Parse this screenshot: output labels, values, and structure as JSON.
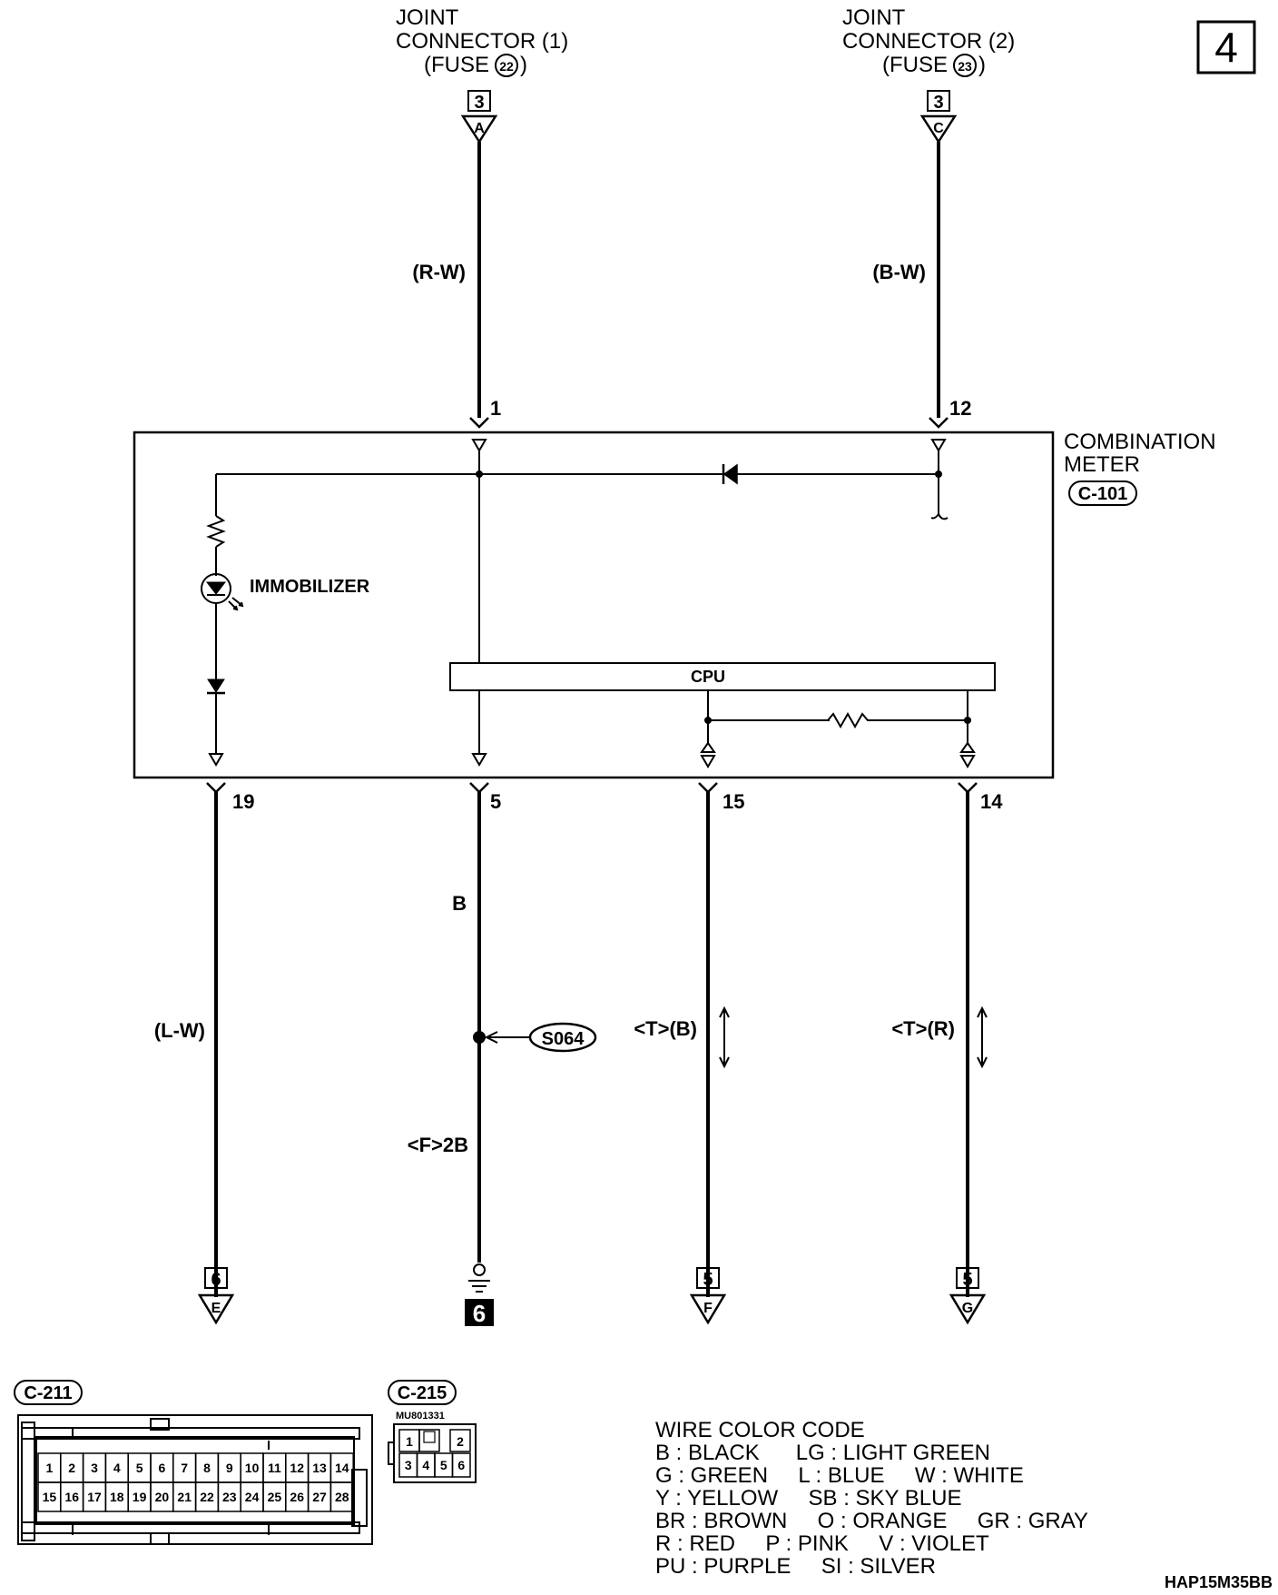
{
  "page_number": "4",
  "figure_code": "HAP15M35BB",
  "sources": [
    {
      "line1": "JOINT",
      "line2": "CONNECTOR (1)",
      "line3": "(FUSE",
      "fuse": "22",
      "close": ")",
      "pin": "3",
      "letter": "A"
    },
    {
      "line1": "JOINT",
      "line2": "CONNECTOR (2)",
      "line3": "(FUSE",
      "fuse": "23",
      "close": ")",
      "pin": "3",
      "letter": "C"
    }
  ],
  "top_wires": [
    {
      "color": "(R-W)",
      "terminal": "1"
    },
    {
      "color": "(B-W)",
      "terminal": "12"
    }
  ],
  "meter": {
    "name_line1": "COMBINATION",
    "name_line2": "METER",
    "connector": "C-101",
    "immobilizer_label": "IMMOBILIZER",
    "cpu_label": "CPU"
  },
  "bottom_wires": [
    {
      "terminal": "19",
      "color": "(L-W)",
      "dest_pin": "6",
      "dest_letter": "E"
    },
    {
      "terminal": "5",
      "color_top": "B",
      "splice": "S064",
      "color_bottom": "<F>2B",
      "ground_number": "6"
    },
    {
      "terminal": "15",
      "color": "<T>(B)",
      "dest_pin": "5",
      "dest_letter": "F"
    },
    {
      "terminal": "14",
      "color": "<T>(R)",
      "dest_pin": "5",
      "dest_letter": "G"
    }
  ],
  "connectors": {
    "c211": {
      "label": "C-211",
      "row1": [
        "1",
        "2",
        "3",
        "4",
        "5",
        "6",
        "7",
        "8",
        "9",
        "10",
        "11",
        "12",
        "13",
        "14"
      ],
      "row2": [
        "15",
        "16",
        "17",
        "18",
        "19",
        "20",
        "21",
        "22",
        "23",
        "24",
        "25",
        "26",
        "27",
        "28"
      ]
    },
    "c215": {
      "label": "C-215",
      "part": "MU801331",
      "row1": [
        "1",
        "",
        "2"
      ],
      "row2": [
        "3",
        "4",
        "5",
        "6"
      ]
    }
  },
  "wire_color_code": {
    "title": "WIRE COLOR CODE",
    "lines": [
      "B : BLACK      LG : LIGHT GREEN",
      "G : GREEN     L : BLUE     W : WHITE",
      "Y : YELLOW     SB : SKY BLUE",
      "BR : BROWN     O : ORANGE     GR : GRAY",
      "R : RED     P : PINK     V : VIOLET",
      "PU : PURPLE     SI : SILVER"
    ]
  }
}
